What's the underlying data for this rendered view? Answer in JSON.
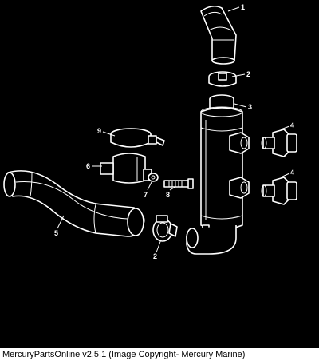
{
  "diagram": {
    "callouts": [
      "1",
      "2",
      "3",
      "4",
      "4",
      "9",
      "6",
      "7",
      "8",
      "5",
      "2"
    ]
  },
  "footer": {
    "text": "MercuryPartsOnline v2.5.1 (Image Copyright- Mercury Marine)"
  }
}
